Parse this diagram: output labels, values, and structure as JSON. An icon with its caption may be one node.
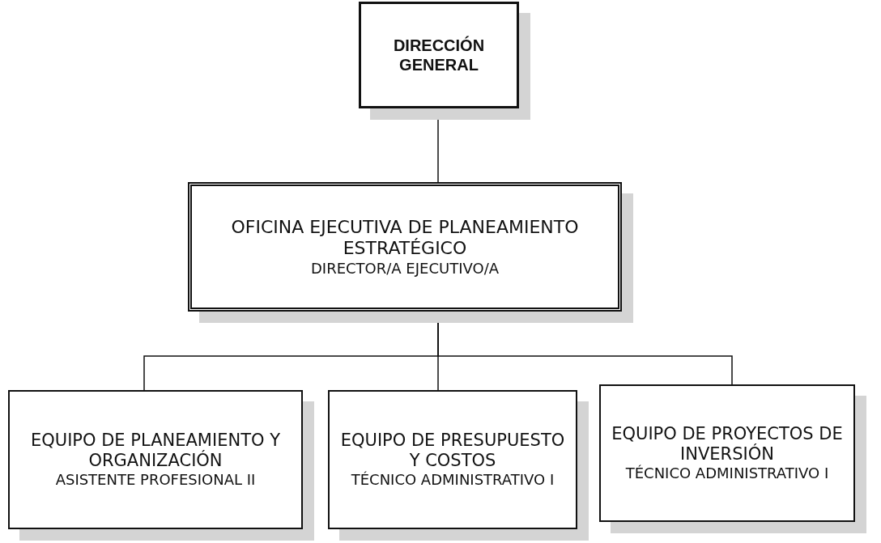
{
  "diagram": {
    "nodes": [
      {
        "text": [
          "DIRECCIÓN GENERAL"
        ]
      },
      {
        "text": [
          "OFICINA EJECUTIVA DE PLANEAMIENTO ESTRATÉGICO",
          "DIRECTOR/A EJECUTIVO/A"
        ]
      },
      {
        "text": [
          "EQUIPO DE PLANEAMIENTO Y ORGANIZACIÓN",
          "ASISTENTE PROFESIONAL II"
        ]
      },
      {
        "text": [
          "EQUIPO DE PRESUPUESTO Y COSTOS",
          "TÉCNICO ADMINISTRATIVO I"
        ]
      },
      {
        "text": [
          "EQUIPO DE PROYECTOS DE INVERSIÓN",
          "TÉCNICO ADMINISTRATIVO I"
        ]
      }
    ],
    "edges": [
      {
        "from": 0,
        "to": 1,
        "arrow": "none"
      },
      {
        "from": 1,
        "to": 2,
        "arrow": "none"
      },
      {
        "from": 1,
        "to": 3,
        "arrow": "none"
      },
      {
        "from": 1,
        "to": 4,
        "arrow": "none"
      }
    ]
  }
}
